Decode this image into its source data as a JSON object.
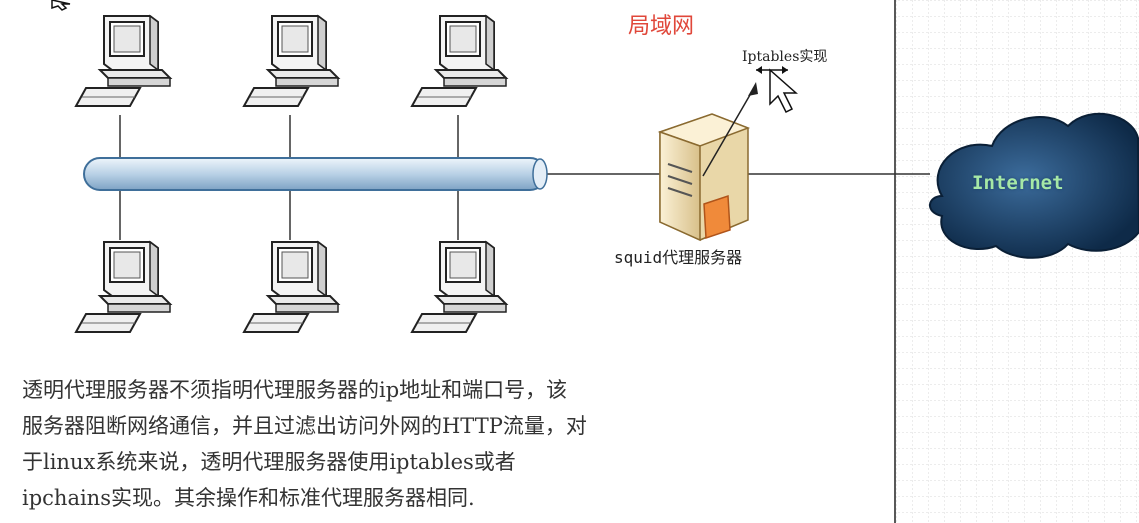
{
  "diagram": {
    "lan_title": "局域网",
    "iptables_label": "Iptables实现",
    "squid_label": "squid代理服务器",
    "internet_label": "Internet",
    "description_lines": [
      "透明代理服务器不须指明代理服务器的ip地址和端口号，该",
      "服务器阻断网络通信，并且过滤出访问外网的HTTP流量，对",
      "于linux系统来说，透明代理服务器使用iptables或者",
      "ipchains实现。其余操作和标准代理服务器相同."
    ]
  },
  "colors": {
    "lan_title": "#e0473a",
    "bus_fill": "#cfe0ee",
    "bus_stroke": "#3f6f9a",
    "cloud": "#1d3e63",
    "internet_text": "#a6e8a6",
    "grid": "#d9d9d9"
  },
  "icons": [
    "computer-icon",
    "server-icon",
    "cloud-icon",
    "mouse-pointer-icon"
  ]
}
